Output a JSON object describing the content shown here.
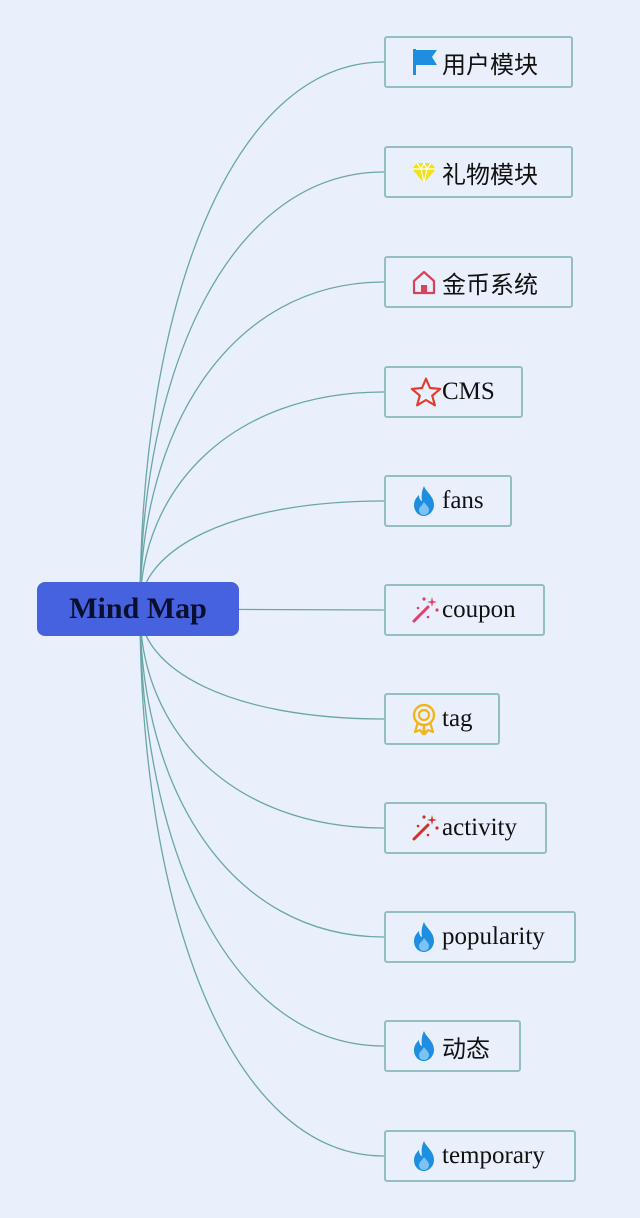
{
  "root": {
    "label": "Mind Map"
  },
  "nodes": [
    {
      "label": "用户模块",
      "icon": "flag-icon",
      "color": "#1e8fe0"
    },
    {
      "label": "礼物模块",
      "icon": "diamond-icon",
      "color": "#f2e21a"
    },
    {
      "label": "金币系统",
      "icon": "home-icon",
      "color": "#d9435a"
    },
    {
      "label": "CMS",
      "icon": "star-icon",
      "color": "#e53a2f"
    },
    {
      "label": "fans",
      "icon": "fire-icon",
      "color": "#1e8fe0"
    },
    {
      "label": "coupon",
      "icon": "magic-wand-icon",
      "color": "#e83a6c"
    },
    {
      "label": "tag",
      "icon": "award-icon",
      "color": "#f2b41a"
    },
    {
      "label": "activity",
      "icon": "magic-wand-icon",
      "color": "#d33028"
    },
    {
      "label": "popularity",
      "icon": "fire-icon",
      "color": "#1e8fe0"
    },
    {
      "label": "动态",
      "icon": "fire-icon",
      "color": "#1e8fe0"
    },
    {
      "label": "temporary",
      "icon": "fire-icon",
      "color": "#1e8fe0"
    }
  ],
  "colors": {
    "background": "#e9f0fb",
    "root_fill": "#4662de",
    "node_border": "#94bfc2",
    "link": "#6aa6a6"
  }
}
